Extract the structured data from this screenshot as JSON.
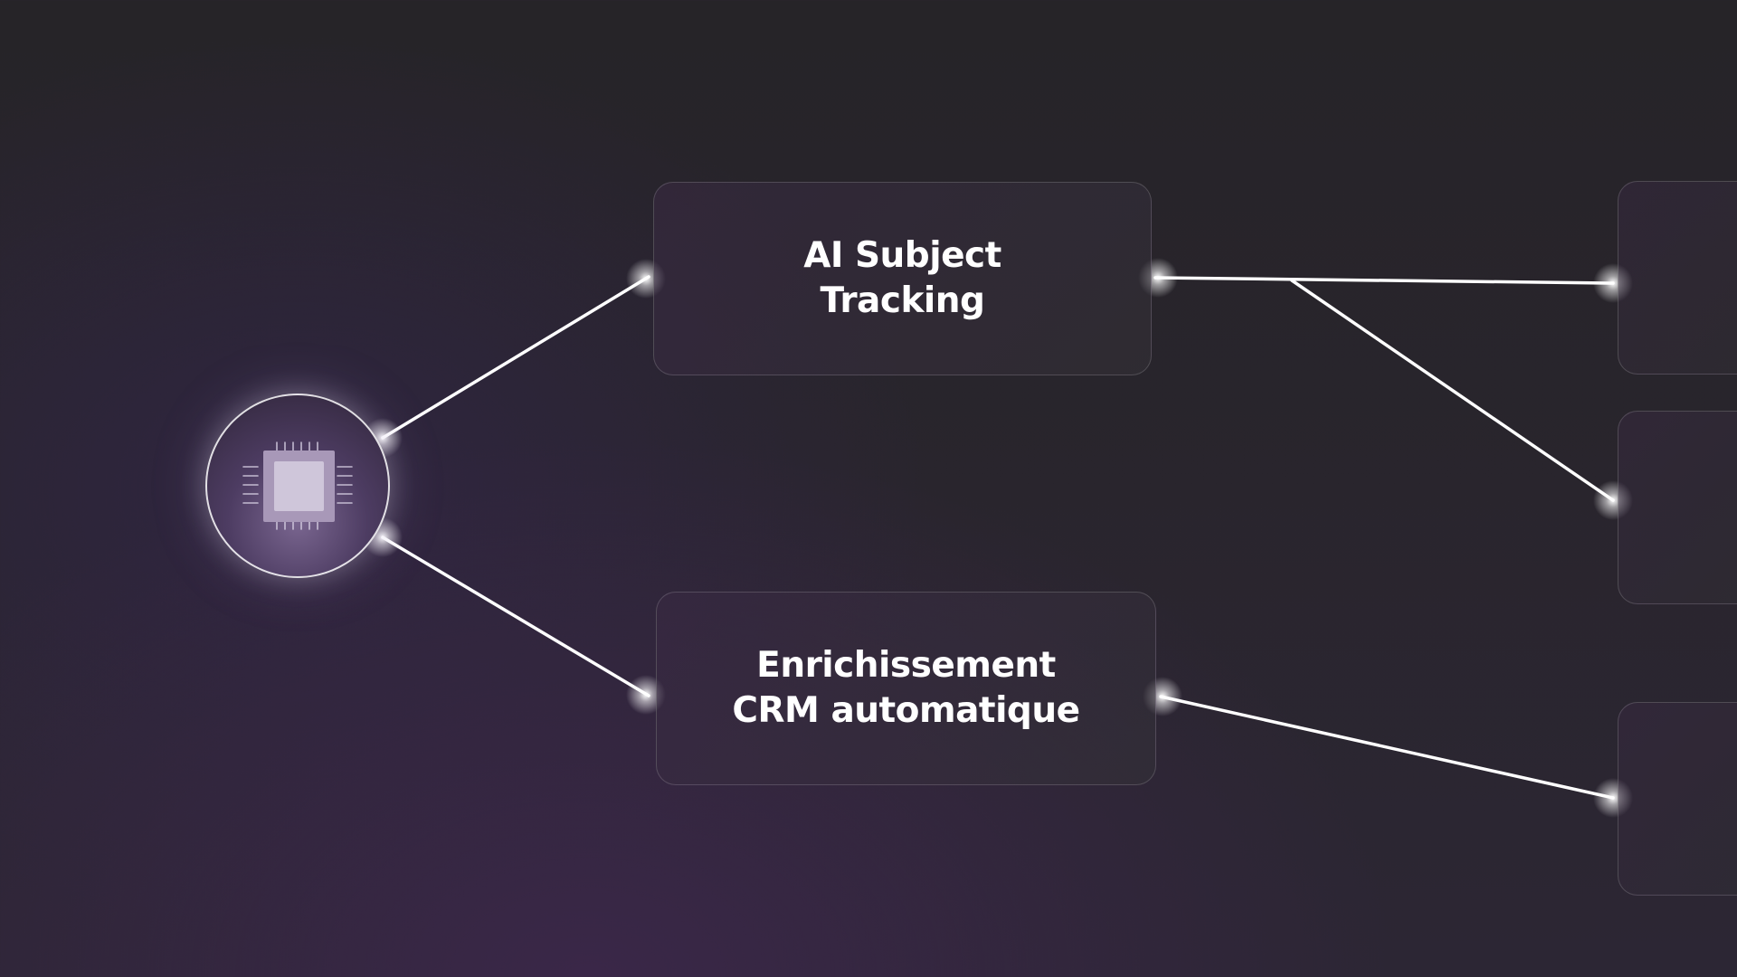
{
  "diagram": {
    "hub": {
      "icon": "cpu-chip-icon"
    },
    "nodes": [
      {
        "id": "tracking",
        "label": "AI Subject\nTracking"
      },
      {
        "id": "crm",
        "label": "Enrichissement\nCRM automatique"
      }
    ],
    "edges": [
      {
        "from": "hub",
        "to": "tracking"
      },
      {
        "from": "hub",
        "to": "crm"
      },
      {
        "from": "tracking",
        "to": "side-card-1"
      },
      {
        "from": "tracking",
        "to": "side-card-2"
      },
      {
        "from": "crm",
        "to": "side-card-3"
      }
    ],
    "colors": {
      "background": "#29252d",
      "accent_glow": "#ffffff",
      "hub_fill": "#5a4870",
      "card_border": "#4a4650"
    }
  }
}
